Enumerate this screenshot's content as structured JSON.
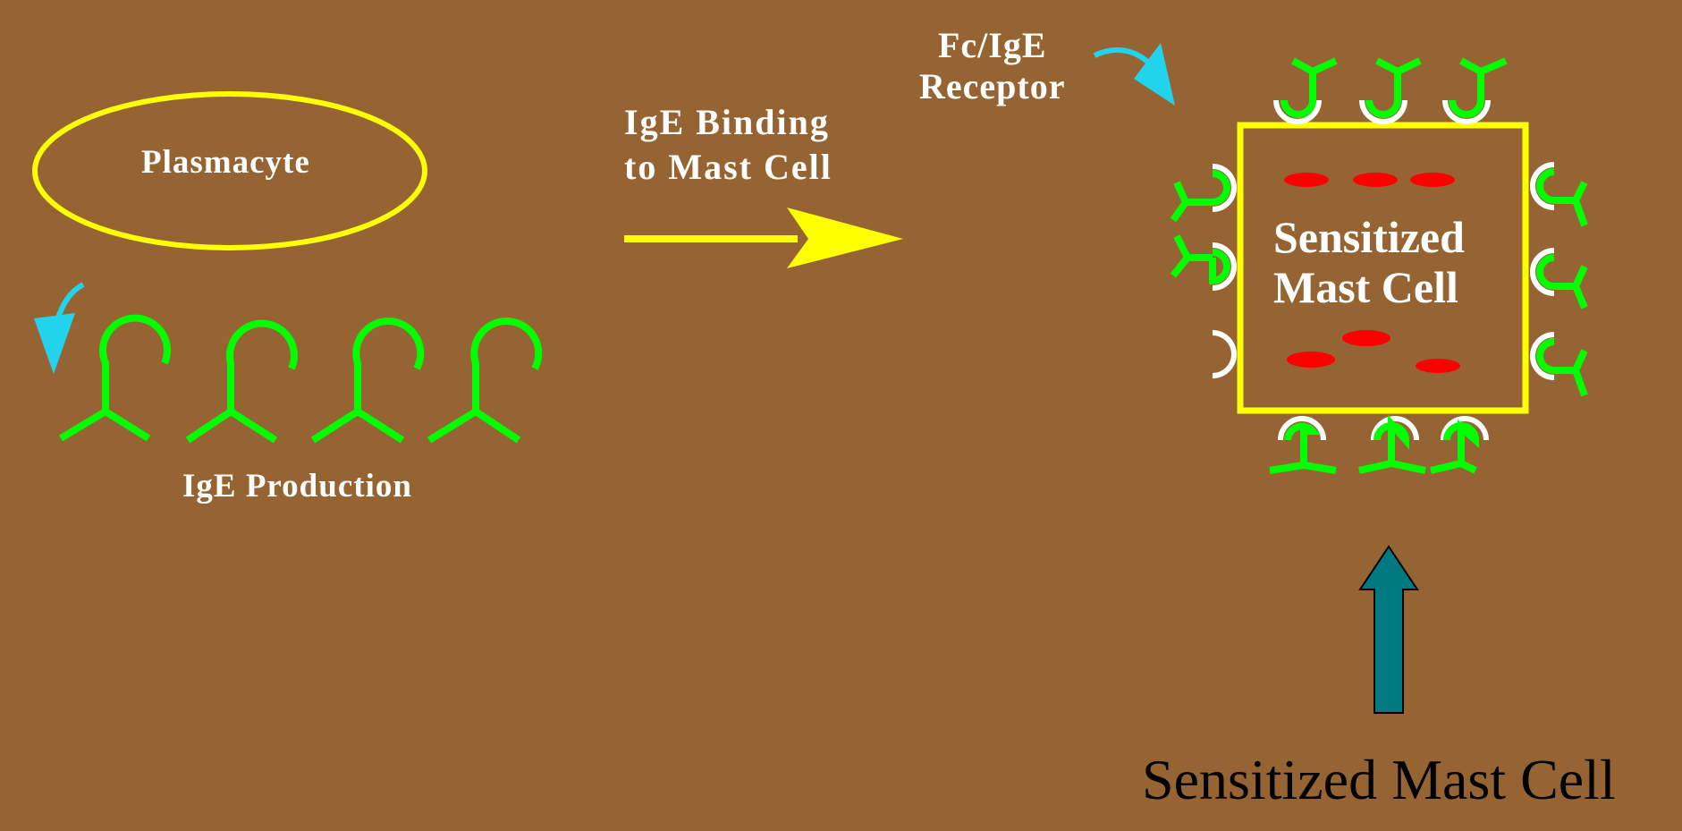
{
  "diagram": {
    "plasmacyte_label": "Plasmacyte",
    "binding_label_line1": "IgE Binding",
    "binding_label_line2": "to Mast Cell",
    "receptor_label_line1": "Fc/IgE",
    "receptor_label_line2": "Receptor",
    "production_label": "IgE Production",
    "cell_label_line1": "Sensitized",
    "cell_label_line2": "Mast Cell",
    "caption": "Sensitized Mast Cell"
  },
  "colors": {
    "background": "#966433",
    "cell_outline": "#ffff00",
    "antibody": "#00ff00",
    "receptor": "#ffffff",
    "granule": "#ff0000",
    "pointer_arrow": "#22d3ee",
    "up_arrow": "#007a80",
    "caption_text": "#000000"
  },
  "icons": {
    "process_arrow": "arrow-right-icon",
    "pointer": "curved-arrow-icon",
    "up_arrow": "arrow-up-icon"
  }
}
